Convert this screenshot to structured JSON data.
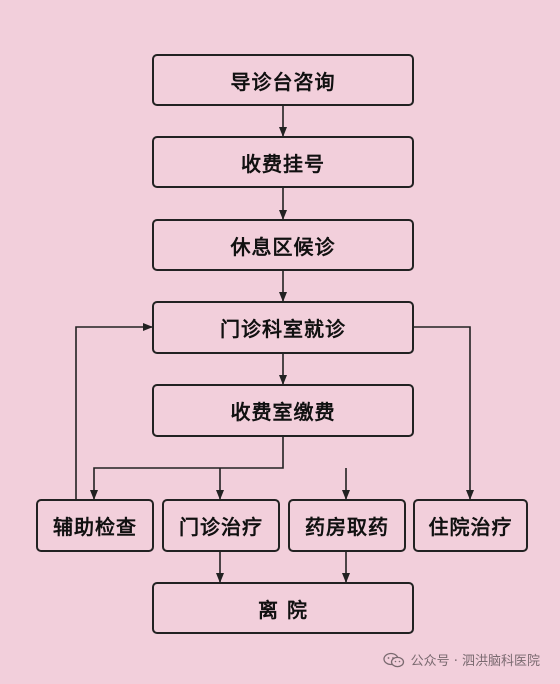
{
  "nodes": {
    "guide_desk": "导诊台咨询",
    "registration": "收费挂号",
    "waiting_area": "休息区候诊",
    "outpatient_visit": "门诊科室就诊",
    "payment": "收费室缴费",
    "auxiliary_exam": "辅助检查",
    "outpatient_treatment": "门诊治疗",
    "pharmacy": "药房取药",
    "inpatient_treatment": "住院治疗",
    "discharge": "离 院"
  },
  "watermark": {
    "label": "公众号 · 泗洪脑科医院",
    "icon": "wechat-icon"
  },
  "colors": {
    "background": "#f2cfdb",
    "stroke": "#222222"
  }
}
